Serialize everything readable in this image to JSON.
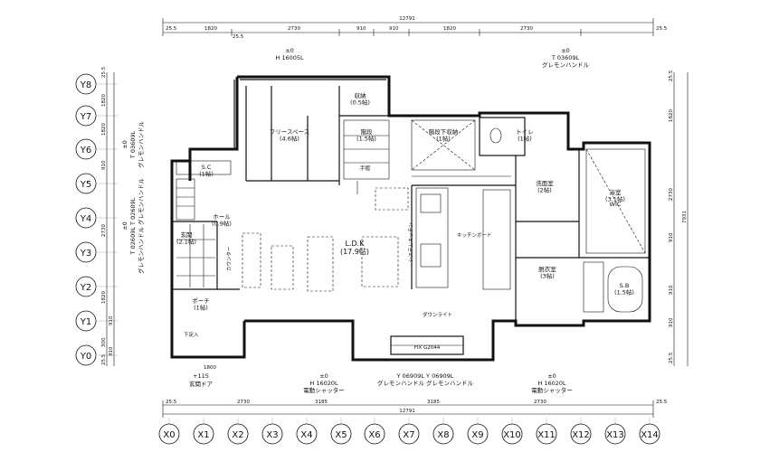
{
  "dims": {
    "top_total": "12791",
    "top_segments": [
      "25.5",
      "1820",
      "25.5",
      "2730",
      "910",
      "910",
      "1820",
      "2730",
      "25.5"
    ],
    "bottom_total": "12791",
    "bottom_segments": [
      "25.5",
      "2730",
      "3185",
      "3185",
      "2730",
      "25.5"
    ],
    "bottom_small": [
      "1800"
    ],
    "right_total": "7931",
    "right_segments": [
      "25.5",
      "1820",
      "2730",
      "910",
      "910",
      "910",
      "25.5"
    ],
    "left_segments": [
      "25.5",
      "1820",
      "1820",
      "2730",
      "910",
      "1820",
      "300",
      "910",
      "910",
      "25.5"
    ]
  },
  "axes": {
    "x": [
      "X0",
      "X1",
      "X2",
      "X3",
      "X4",
      "X5",
      "X6",
      "X7",
      "X8",
      "X9",
      "X10",
      "X11",
      "X12",
      "X13",
      "X14"
    ],
    "y": [
      "Y8",
      "Y7",
      "Y6",
      "Y5",
      "Y4",
      "Y3",
      "Y2",
      "Y1",
      "Y0"
    ]
  },
  "top_annotations": {
    "left_line1": "±0",
    "left_line2": "H 16005L",
    "right_line1": "±0",
    "right_line2": "T 03609L",
    "right_line3": "グレモンハンドル"
  },
  "bottom_annotations": {
    "entry_line1": "+115",
    "entry_line2": "玄関ドア",
    "left_line1": "±0",
    "left_line2": "H 16020L",
    "left_line3": "電動シャッター",
    "mid_line1": "Y 06909L  Y 06909L",
    "mid_line2": "グレモンハンドル グレモンハンドル",
    "right_line1": "±0",
    "right_line2": "H 16020L",
    "right_line3": "電動シャッター"
  },
  "left_annotations": {
    "upper_line1": "±0",
    "upper_line2": "T 03609L",
    "upper_line3": "グレモンハンドル",
    "lower_line1": "±0",
    "lower_line2": "T 02609L T 02609L",
    "lower_line3": "グレモンハンドル グレモンハンドル"
  },
  "rooms": {
    "storage": "収納\n(0.5帖)",
    "free_space": "フリースペース\n(4.6帖)",
    "stairs": "階段\n(1.5帖)",
    "stair_storage": "階段下収納\n(1帖)",
    "toilet": "トイレ\n(1帖)",
    "closet": "S.C\n(1帖)",
    "hall": "ホール\n(0.9帖)",
    "entrance": "玄関\n(2.1帖)",
    "porch": "ポーチ\n(1帖)",
    "ldk": "L.D.K\n(17.9帖)",
    "washroom": "洗面室\n(2帖)",
    "bath": "浴室\n(3.1帖)",
    "wic": "WIC",
    "dressing": "脱衣室\n(3帖)",
    "bath_small": "S.B\n(1.5帖)"
  },
  "labels": {
    "kitchen_counter": "キッチンボード",
    "downlight": "ダウンライト",
    "counter": "カウンター",
    "handrail": "手摺",
    "window_label": "FIX  G2044",
    "kitchen_vertical": "システムキッチン",
    "shoe_rack": "下足入"
  }
}
